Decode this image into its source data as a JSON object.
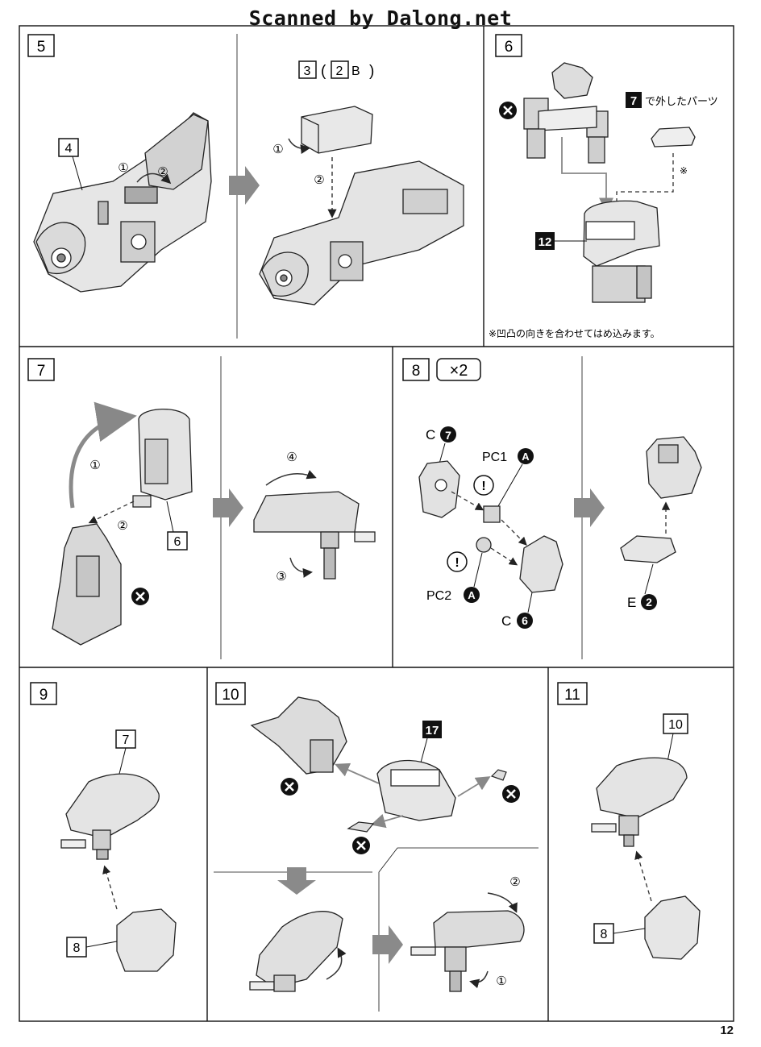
{
  "watermark": "Scanned by Dalong.net",
  "page_number": "12",
  "steps": {
    "s5": {
      "number": "5",
      "part_ref": "4",
      "sub_ref_a": "3",
      "sub_ref_b": "2",
      "sub_ref_letter": "B",
      "arrow_1": "①",
      "arrow_2": "②"
    },
    "s6": {
      "number": "6",
      "source_step": "7",
      "source_caption": "で外したパーツ",
      "part_ref": "12",
      "note_mark": "※",
      "note": "※凹凸の向きを合わせてはめ込みます。"
    },
    "s7": {
      "number": "7",
      "part_ref": "6",
      "arrow_1": "①",
      "arrow_2": "②",
      "arrow_3": "③",
      "arrow_4": "④"
    },
    "s8": {
      "number": "8",
      "multiplier": "×2",
      "part_c7_letter": "C",
      "part_c7_num": "7",
      "part_pc1": "PC1",
      "part_pc1_runner": "A",
      "part_pc2": "PC2",
      "part_pc2_runner": "A",
      "part_c6_letter": "C",
      "part_c6_num": "6",
      "part_e2_letter": "E",
      "part_e2_num": "2",
      "alert": "!"
    },
    "s9": {
      "number": "9",
      "part_top": "7",
      "part_bottom": "8"
    },
    "s10": {
      "number": "10",
      "part_ref": "17",
      "arrow_1": "①",
      "arrow_2": "②"
    },
    "s11": {
      "number": "11",
      "part_top": "10",
      "part_bottom": "8"
    }
  }
}
